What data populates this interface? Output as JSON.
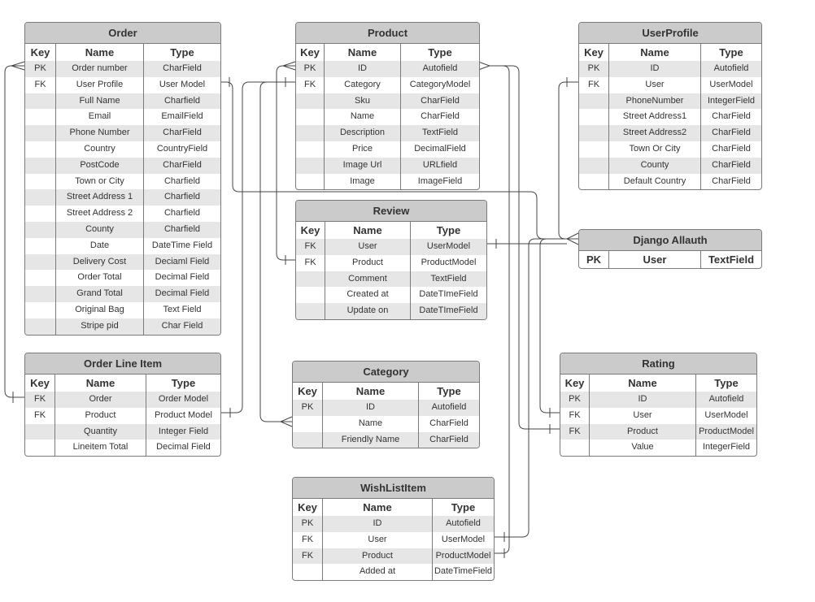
{
  "headers": {
    "key": "Key",
    "name": "Name",
    "type": "Type"
  },
  "entities": {
    "order": {
      "title": "Order",
      "rows": [
        {
          "key": "PK",
          "name": "Order number",
          "type": "CharField"
        },
        {
          "key": "FK",
          "name": "User Profile",
          "type": "User Model"
        },
        {
          "key": "",
          "name": "Full Name",
          "type": "Charfield"
        },
        {
          "key": "",
          "name": "Email",
          "type": "EmailField"
        },
        {
          "key": "",
          "name": "Phone Number",
          "type": "CharField"
        },
        {
          "key": "",
          "name": "Country",
          "type": "CountryField"
        },
        {
          "key": "",
          "name": "PostCode",
          "type": "CharField"
        },
        {
          "key": "",
          "name": "Town or City",
          "type": "Charfield"
        },
        {
          "key": "",
          "name": "Street Address 1",
          "type": "Charfield"
        },
        {
          "key": "",
          "name": "Street Address 2",
          "type": "Charfield"
        },
        {
          "key": "",
          "name": "County",
          "type": "Charfield"
        },
        {
          "key": "",
          "name": "Date",
          "type": "DateTime Field"
        },
        {
          "key": "",
          "name": "Delivery Cost",
          "type": "Deciaml Field"
        },
        {
          "key": "",
          "name": "Order Total",
          "type": "Decimal Field"
        },
        {
          "key": "",
          "name": "Grand Total",
          "type": "Decimal Field"
        },
        {
          "key": "",
          "name": "Original Bag",
          "type": "Text Field"
        },
        {
          "key": "",
          "name": "Stripe pid",
          "type": "Char Field"
        }
      ]
    },
    "product": {
      "title": "Product",
      "rows": [
        {
          "key": "PK",
          "name": "ID",
          "type": "Autofield"
        },
        {
          "key": "FK",
          "name": "Category",
          "type": "CategoryModel"
        },
        {
          "key": "",
          "name": "Sku",
          "type": "CharField"
        },
        {
          "key": "",
          "name": "Name",
          "type": "CharField"
        },
        {
          "key": "",
          "name": "Description",
          "type": "TextField"
        },
        {
          "key": "",
          "name": "Price",
          "type": "DecimalField"
        },
        {
          "key": "",
          "name": "Image Url",
          "type": "URLfield"
        },
        {
          "key": "",
          "name": "Image",
          "type": "ImageField"
        }
      ]
    },
    "userprofile": {
      "title": "UserProfile",
      "rows": [
        {
          "key": "PK",
          "name": "ID",
          "type": "Autofield"
        },
        {
          "key": "FK",
          "name": "User",
          "type": "UserModel"
        },
        {
          "key": "",
          "name": "PhoneNumber",
          "type": "IntegerField"
        },
        {
          "key": "",
          "name": "Street Address1",
          "type": "CharField"
        },
        {
          "key": "",
          "name": "Street Address2",
          "type": "CharField"
        },
        {
          "key": "",
          "name": "Town Or City",
          "type": "CharField"
        },
        {
          "key": "",
          "name": "County",
          "type": "CharField"
        },
        {
          "key": "",
          "name": "Default Country",
          "type": "CharField"
        }
      ]
    },
    "review": {
      "title": "Review",
      "rows": [
        {
          "key": "FK",
          "name": "User",
          "type": "UserModel"
        },
        {
          "key": "FK",
          "name": "Product",
          "type": "ProductModel"
        },
        {
          "key": "",
          "name": "Comment",
          "type": "TextField"
        },
        {
          "key": "",
          "name": "Created at",
          "type": "DateTImeField"
        },
        {
          "key": "",
          "name": "Update on",
          "type": "DateTImeField"
        }
      ]
    },
    "allauth": {
      "title": "Django Allauth",
      "rows": [
        {
          "key": "PK",
          "name": "User",
          "type": "TextField"
        }
      ]
    },
    "orderline": {
      "title": "Order Line Item",
      "rows": [
        {
          "key": "FK",
          "name": "Order",
          "type": "Order Model"
        },
        {
          "key": "FK",
          "name": "Product",
          "type": "Product Model"
        },
        {
          "key": "",
          "name": "Quantity",
          "type": "Integer Field"
        },
        {
          "key": "",
          "name": "Lineitem Total",
          "type": "Decimal Field"
        }
      ]
    },
    "category": {
      "title": "Category",
      "rows": [
        {
          "key": "PK",
          "name": "ID",
          "type": "Autofield"
        },
        {
          "key": "",
          "name": "Name",
          "type": "CharField"
        },
        {
          "key": "",
          "name": "Friendly Name",
          "type": "CharField"
        }
      ]
    },
    "rating": {
      "title": "Rating",
      "rows": [
        {
          "key": "PK",
          "name": "ID",
          "type": "Autofield"
        },
        {
          "key": "FK",
          "name": "User",
          "type": "UserModel"
        },
        {
          "key": "FK",
          "name": "Product",
          "type": "ProductModel"
        },
        {
          "key": "",
          "name": "Value",
          "type": "IntegerField"
        }
      ]
    },
    "wishlist": {
      "title": "WishListItem",
      "rows": [
        {
          "key": "PK",
          "name": "ID",
          "type": "Autofield"
        },
        {
          "key": "FK",
          "name": "User",
          "type": "UserModel"
        },
        {
          "key": "FK",
          "name": "Product",
          "type": "ProductModel"
        },
        {
          "key": "",
          "name": "Added at",
          "type": "DateTimeField"
        }
      ]
    }
  },
  "colors": {
    "title_fill": "#cbcbcb",
    "alt_row": "#e6e6e6",
    "border": "#7a7a7a",
    "line": "#444444"
  }
}
